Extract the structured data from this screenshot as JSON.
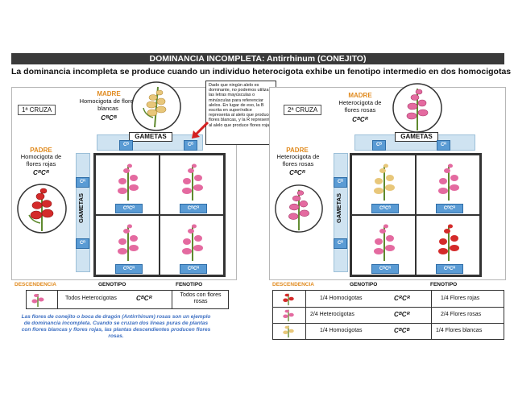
{
  "title": "DOMINANCIA INCOMPLETA: Antirrhinum (CONEJITO)",
  "intro": "La dominancia incompleta se produce cuando un individuo heterocigota exhibe un fenotipo intermedio en dos homocigotas",
  "callout": "Dado que ningún alelo es dominante, no podemos utilizar las letras mayúsculas o minúsculas para referenciar alelos. En lugar de eso, la B escrita en superíndice representa al alelo que produce flores blancas, y la R representa al alelo que produce flores rojas.",
  "cross1": {
    "label": "1ª CRUZA",
    "mother": {
      "title": "MADRE",
      "desc": "Homocigota de flores blancas",
      "geno": "CᴮCᴮ"
    },
    "father": {
      "title": "PADRE",
      "desc": "Homocigota de flores rojas",
      "geno": "CᴿCᴿ"
    },
    "gametes_title": "GAMETAS",
    "gametes_top": [
      "Cᴮ",
      "Cᴮ"
    ],
    "gametes_side_label": "GAMETAS",
    "gametes_side": [
      "Cᴿ",
      "Cᴿ"
    ],
    "cells": [
      "CᴮCᴿ",
      "CᴮCᴿ",
      "CᴮCᴿ",
      "CᴮCᴿ"
    ],
    "desc_label": "DESCENDENCIA",
    "geno_head": "GENOTIPO",
    "feno_head": "FENOTIPO",
    "row": {
      "geno": "Todos Heterocigotas",
      "geno_sym": "CᴮCᴿ",
      "feno": "Todos con flores rosas"
    },
    "caption": "Las flores de conejito o boca de dragón (Antirrhinum) rosas son un ejemplo de dominancia incompleta. Cuando se cruzan dos líneas puras de plantas con flores blancas y flores rojas, las plantas descendientes producen flores rosas."
  },
  "cross2": {
    "label": "2ª CRUZA",
    "mother": {
      "title": "MADRE",
      "desc": "Heterocigota de flores rosas",
      "geno": "CᴮCᴿ"
    },
    "father": {
      "title": "PADRE",
      "desc": "Heterocigota de flores rosas",
      "geno": "CᴮCᴿ"
    },
    "gametes_title": "GAMETAS",
    "gametes_top": [
      "Cᴮ",
      "Cᴿ"
    ],
    "gametes_side_label": "GAMETAS",
    "gametes_side": [
      "Cᴮ",
      "Cᴿ"
    ],
    "cells": [
      "CᴮCᴮ",
      "CᴮCᴿ",
      "CᴮCᴿ",
      "CᴿCᴿ"
    ],
    "desc_label": "DESCENDENCIA",
    "geno_head": "GENOTIPO",
    "feno_head": "FENOTIPO",
    "rows": [
      {
        "geno": "1/4 Homocigotas",
        "geno_sym": "CᴿCᴿ",
        "feno": "1/4 Flores rojas"
      },
      {
        "geno": "2/4 Heterocigotas",
        "geno_sym": "CᴮCᴿ",
        "feno": "2/4 Flores rosas"
      },
      {
        "geno": "1/4 Homocigotas",
        "geno_sym": "CᴮCᴮ",
        "feno": "1/4 Flores blancas"
      }
    ]
  },
  "colors": {
    "white_flower": "#e8c77a",
    "pink_flower": "#e46aa0",
    "red_flower": "#d42a2a",
    "accent": "#e08a1e",
    "gamete_box": "#5a9bd4"
  }
}
